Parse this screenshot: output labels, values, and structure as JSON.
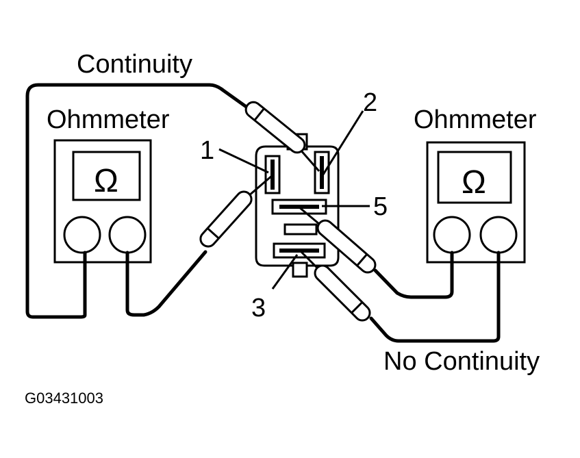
{
  "labels": {
    "continuity": "Continuity",
    "no_continuity": "No Continuity",
    "ohmmeter_left": "Ohmmeter",
    "ohmmeter_right": "Ohmmeter",
    "omega_symbol": "Ω",
    "terminal_1": "1",
    "terminal_2": "2",
    "terminal_3": "3",
    "terminal_5": "5",
    "figure_code": "G03431003"
  }
}
